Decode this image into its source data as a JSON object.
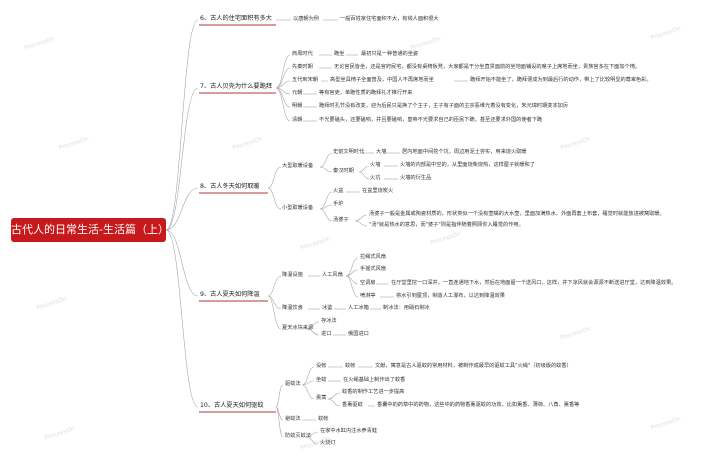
{
  "root": "古代人的日常生活-生活篇（上）",
  "watermark": "ProcessOn",
  "s6": {
    "title": "6、古人的住宅面积有多大",
    "b1": "以唐朝为例",
    "b1a": "一般百姓家住宅面积不大，有钱人面积很大"
  },
  "s7": {
    "title": "7、古人贝壳为什么要跪拜",
    "b1": "商周时代",
    "b1a": "跪坐",
    "b1b": "最初只是一种普通的坐姿",
    "b2": "先秦时期",
    "b2a": "无论官民皆坐，还是官府民宅，都没有桌椅板凳，大家都是干分坐直贯面前的坐地面铺设的席子上席地而坐，贵族宫多在下面加个椅。",
    "b3": "五代到宋朝",
    "b3a": "高型坐具椅子全面普及，中国人不再席地而坐",
    "b3b": "跪拜开始不能坐了，跪拜便成为到最后行的动作，带上了比较明显的尊卑色彩。",
    "b4": "元朝",
    "b4a": "等有官吏，单跪性质的跪拜礼才推行开来",
    "b5": "明朝",
    "b5a": "跪拜时孔节没有改变，迎为后民只是换了个主子，主子有子面的主宗恶维光着没有变化，朱元璋时期变本加厉",
    "b6": "清朝",
    "b6a": "不光要磕头，还要磕响，并且要磕响，皇帝不光要求自己的臣民下跪，甚至还要求外国的使者下跪"
  },
  "s8": {
    "title": "8、古人冬天如何取暖",
    "g1": "大型取暖设备",
    "g1a": "史前文明时代",
    "g1a1": "大墙",
    "g1a2": "居内地面中间挖个坑，周边用泥土夯实，用来烧火取暖",
    "g1b": "秦汉时期",
    "g1b1": "火墙",
    "g1b1a": "火墙的内部是中空的，从里面烧柴烧热，这样屋子就暖和了",
    "g1b2": "火坑",
    "g1b2a": "火墙的衍生品",
    "g2": "小型取暖设备",
    "g2a": "火盆",
    "g2a1": "在盆里烧炭火",
    "g2b": "手炉",
    "g2c": "汤婆子",
    "g2c1": "汤婆子一般是金属或陶瓷材质的，形状类似一个没有壶嘴的大水壶，里面加满热水，外面再套上布套，睡觉时就能放进被窝取暖。",
    "g2c2": "\"汤\"就是热水的意思，而\"婆子\"则是指伴随着照顾你入睡觉的作用。"
  },
  "s9": {
    "title": "9、古人夏天如何降温",
    "g1": "降温设施",
    "g1a": "人工风扇",
    "g1a1": "拉绳式风扇",
    "g1a2": "手摇式风扇",
    "g1a3": "空调房",
    "g1a3a": "在厅堂里挖一口深井，一直连通地下水，然后在地面留一个送风口，这样，井下凉风就会源源不断送进厅堂，达到降温效果。",
    "g1a4": "喷淋亭",
    "g1a4a": "将水引到屋顶，制造人工瀑布，以达到降温效果",
    "g2": "降温饮食",
    "g2a": "冰鉴",
    "g2a1": "人工冰箱",
    "g2a2": "制冰法：用硝石制冰",
    "g3": "夏天冰块来源",
    "g3a": "存冰法",
    "g3b": "进口",
    "g3b1": "俄国进口"
  },
  "s10": {
    "title": "10、古人夏天如何驱蚊",
    "g1": "驱蚊法",
    "g1a": "设帐",
    "g1a1": "蚊帐",
    "g1a2": "文献，寓意是古人驱蚊的常用材料，被制作成最早的驱蚊工具\"火绳\"（初级版的蚊香）",
    "g1b": "坐蚊",
    "g1b1": "在火绳基础上制作出了蚊香",
    "g1c": "熏蒿",
    "g1c1": "蚊香的制作工艺进一步提高",
    "g1c2": "香薰驱蚊",
    "g1c3": "香囊中的药草中的药物，这些中的药物香薰驱蚊的功效，比如薰香、薄荷、八角、薰香等",
    "g2": "避蚊法",
    "g2a": "蚊帐",
    "g3": "防蚊灭蚊法",
    "g3a": "在家中水缸内注水养青蛙",
    "g3b": "火烧灯"
  }
}
